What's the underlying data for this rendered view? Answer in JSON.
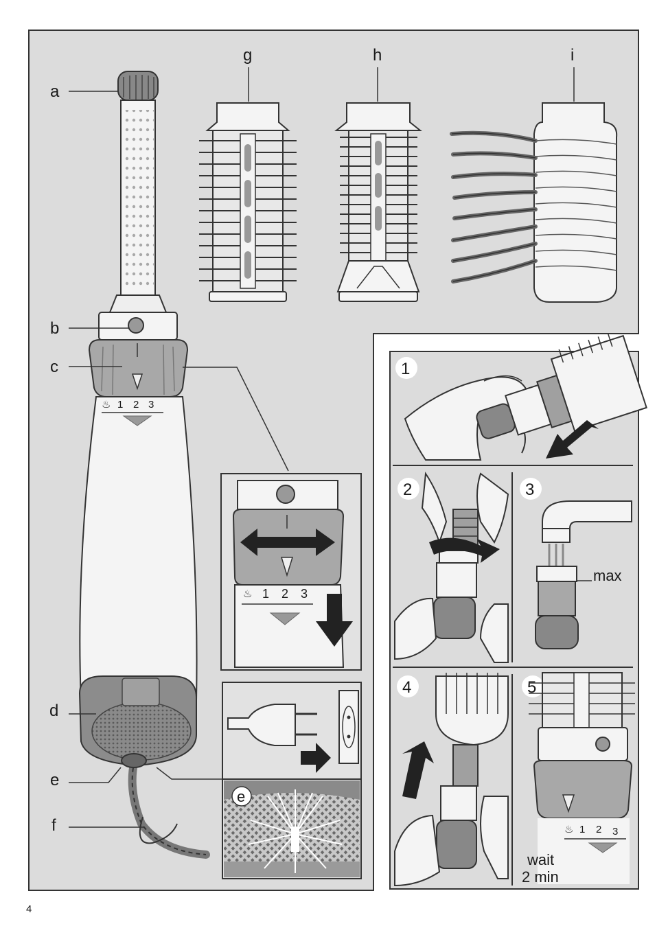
{
  "labels": {
    "a": "a",
    "b": "b",
    "c": "c",
    "d": "d",
    "e": "e",
    "f": "f",
    "g": "g",
    "h": "h",
    "i": "i"
  },
  "zoom_inset": {
    "speed_marks": [
      "1",
      "2",
      "3"
    ],
    "callout": "e"
  },
  "steps": {
    "s1": "1",
    "s2": "2",
    "s3": "3",
    "s4": "4",
    "s5": "5",
    "max_label": "max",
    "wait_line1": "wait",
    "wait_line2": "2 min"
  },
  "dial_marks": [
    "1",
    "2",
    "3"
  ],
  "page_number": "4",
  "colors": {
    "panel_bg": "#dcdcdc",
    "device_body": "#f4f4f4",
    "ring_gray": "#a8a8a8",
    "dark_gray": "#555555",
    "outline": "#333333"
  }
}
